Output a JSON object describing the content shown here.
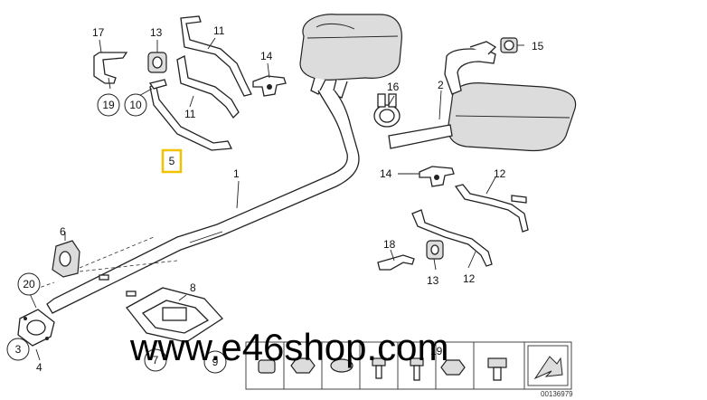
{
  "watermark": "www.e46shop.com",
  "catalog_number": "00136979",
  "highlighted_callout": "5",
  "callouts": {
    "c1": "1",
    "c2": "2",
    "c3": "3",
    "c4": "4",
    "c5": "5",
    "c6": "6",
    "c7": "7",
    "c8": "8",
    "c9": "9",
    "c10": "10",
    "c11a": "11",
    "c11b": "11",
    "c12a": "12",
    "c12b": "12",
    "c13a": "13",
    "c13b": "13",
    "c14a": "14",
    "c14b": "14",
    "c15": "15",
    "c16": "16",
    "c17": "17",
    "c18": "18",
    "c19a": "19",
    "c19b": "19",
    "c20": "20"
  },
  "colors": {
    "highlight": "#f2c200",
    "line": "#222222"
  }
}
